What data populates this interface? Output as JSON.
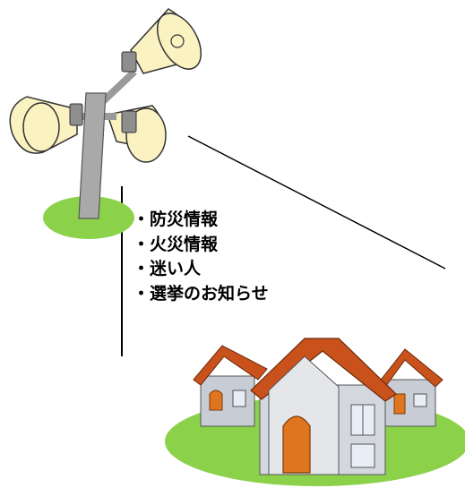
{
  "announcements": {
    "items": [
      "・防災情報",
      "・火災情報",
      "・迷い人",
      "・選挙のお知らせ"
    ]
  },
  "colors": {
    "grass": "#8cd14a",
    "speaker_fill": "#fbf2c2",
    "pole": "#a9a9a9",
    "roof": "#c9521c",
    "wall": "#c8ccd4",
    "door": "#e0751f"
  },
  "icons": [
    "loudspeaker-pole-icon",
    "houses-icon"
  ]
}
